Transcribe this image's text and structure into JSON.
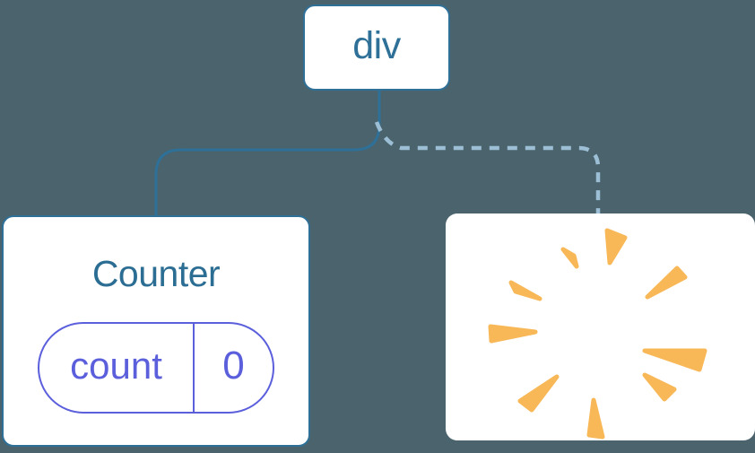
{
  "diagram": {
    "root_node": {
      "label": "div"
    },
    "counter_card": {
      "title": "Counter",
      "state": {
        "name": "count",
        "value": "0"
      }
    },
    "poof_card": {
      "illustration": "poof-starburst"
    },
    "connectors": {
      "left": "solid",
      "right": "dashed"
    },
    "colors": {
      "background": "#4A636D",
      "card_background": "#FFFFFF",
      "node_border": "#2E7097",
      "node_text": "#2E7097",
      "title_text": "#2C6E93",
      "connector_solid": "#2E7097",
      "connector_dashed": "#9DBFD6",
      "state_pill": "#5B5FDC",
      "starburst": "#F8B857"
    }
  }
}
